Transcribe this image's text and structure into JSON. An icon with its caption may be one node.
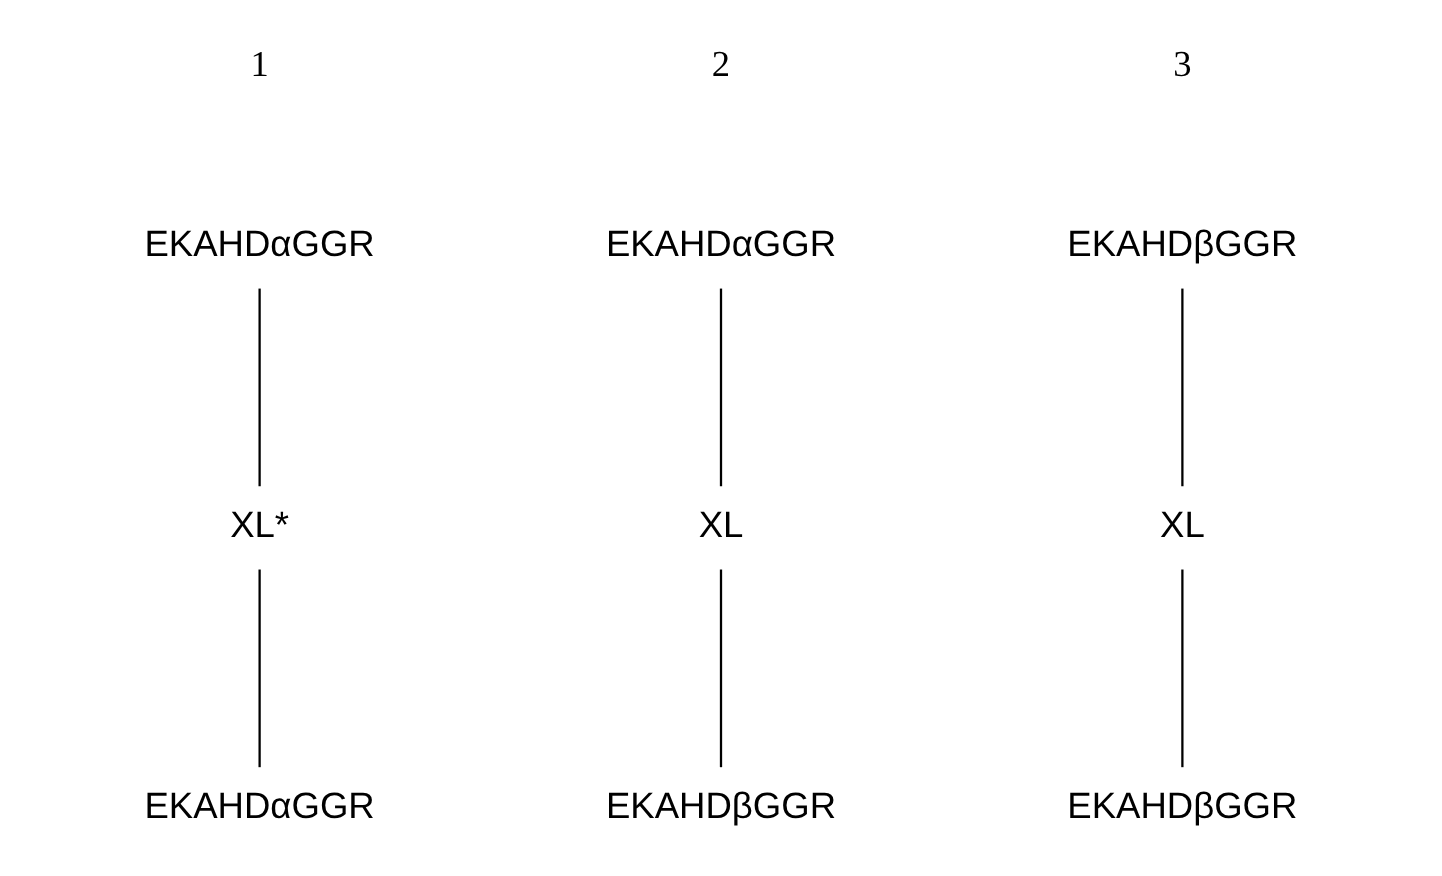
{
  "diagram": {
    "nodes": [
      {
        "text": [
          "EKAHDαGGR"
        ]
      },
      {
        "text": [
          "XL*"
        ]
      },
      {
        "text": [
          "EKAHDαGGR"
        ]
      },
      {
        "text": [
          "EKAHDαGGR"
        ]
      },
      {
        "text": [
          "XL"
        ]
      },
      {
        "text": [
          "EKAHDβGGR"
        ]
      },
      {
        "text": [
          "EKAHDβGGR"
        ]
      },
      {
        "text": [
          "XL"
        ]
      },
      {
        "text": [
          "EKAHDβGGR"
        ]
      }
    ],
    "edges": [
      {
        "from": 0,
        "to": 1,
        "arrow": "none"
      },
      {
        "from": 1,
        "to": 2,
        "arrow": "none"
      },
      {
        "from": 3,
        "to": 4,
        "arrow": "none"
      },
      {
        "from": 4,
        "to": 5,
        "arrow": "none"
      },
      {
        "from": 6,
        "to": 7,
        "arrow": "none"
      },
      {
        "from": 7,
        "to": 8,
        "arrow": "none"
      }
    ],
    "labels": [
      "1",
      "2",
      "3"
    ]
  }
}
